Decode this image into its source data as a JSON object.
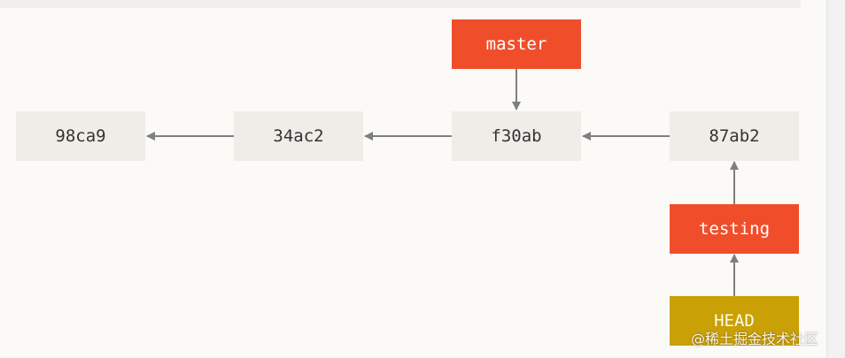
{
  "diagram": {
    "commits": [
      "98ca9",
      "34ac2",
      "f30ab",
      "87ab2"
    ],
    "branches": {
      "master": "master",
      "testing": "testing"
    },
    "head": "HEAD"
  },
  "colors": {
    "background": "#fbfaf6",
    "commit_fill": "#efede8",
    "branch_fill": "#f04e2b",
    "head_fill": "#c9a006",
    "arrow": "#7f7f7f"
  },
  "watermark": "@稀土掘金技术社区"
}
